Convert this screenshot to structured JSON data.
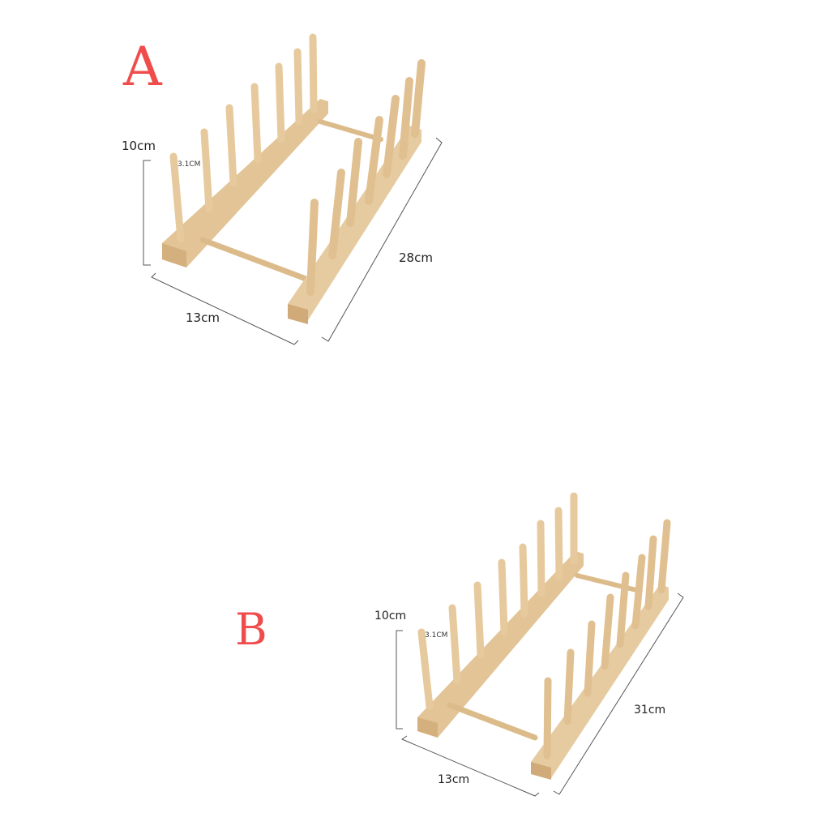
{
  "colors": {
    "label_red": "#f04c4c",
    "wood_light": "#ecd3ad",
    "wood_mid": "#ddbb8c",
    "wood_dark": "#c9a170",
    "dimension_line": "#555555"
  },
  "variants": [
    {
      "label": "A",
      "pegs_per_side": 7,
      "dimensions": {
        "height": "10cm",
        "peg_spacing": "3.1CM",
        "width": "13cm",
        "length": "28cm"
      }
    },
    {
      "label": "B",
      "pegs_per_side": 8,
      "dimensions": {
        "height": "10cm",
        "peg_spacing": "3.1CM",
        "width": "13cm",
        "length": "31cm"
      }
    }
  ]
}
